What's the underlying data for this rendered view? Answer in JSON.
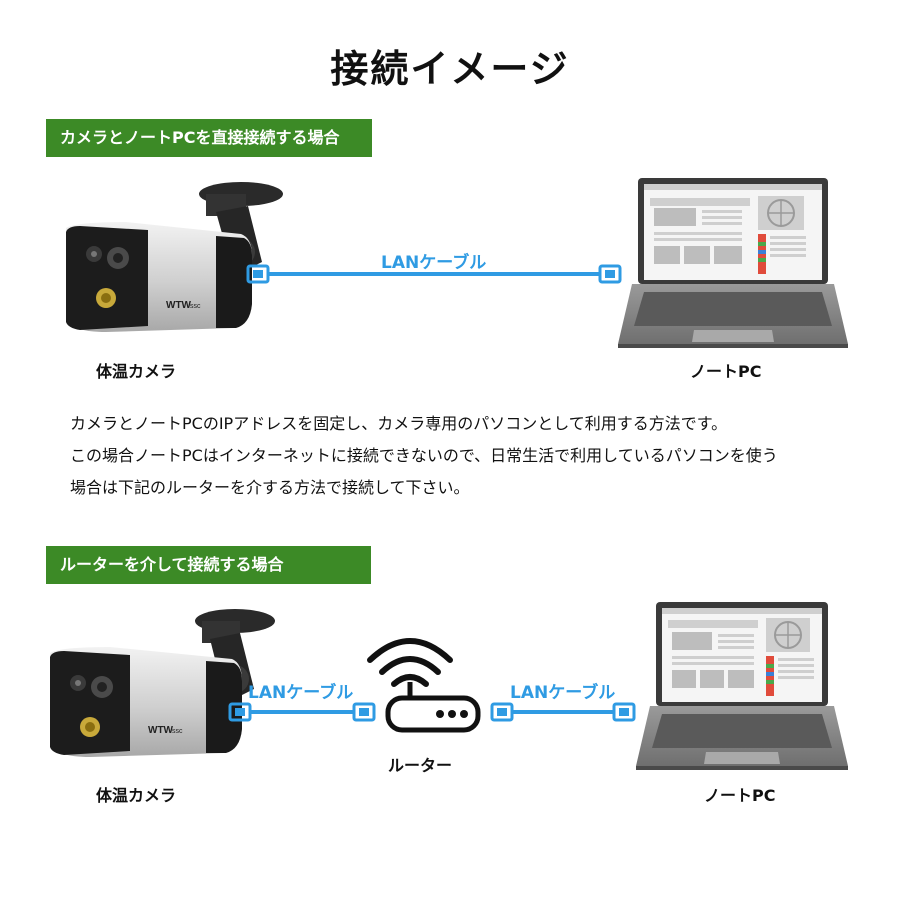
{
  "title": "接続イメージ",
  "section1": {
    "banner": "カメラとノートPCを直接接続する場合",
    "camera_label": "体温カメラ",
    "cable_label": "LANケーブル",
    "pc_label": "ノートPC",
    "camera_brand": "WTW",
    "camera_brand_small": "ssc"
  },
  "description": [
    "カメラとノートPCのIPアドレスを固定し、カメラ専用のパソコンとして利用する方法です。",
    "この場合ノートPCはインターネットに接続できないので、日常生活で利用しているパソコンを使う",
    "場合は下記のルーターを介する方法で接続して下さい。"
  ],
  "section2": {
    "banner": "ルーターを介して接続する場合",
    "camera_label": "体温カメラ",
    "cable_label_left": "LANケーブル",
    "cable_label_right": "LANケーブル",
    "router_label": "ルーター",
    "pc_label": "ノートPC",
    "camera_brand": "WTW",
    "camera_brand_small": "ssc"
  },
  "colors": {
    "banner_green": "#3c8a26",
    "cable_blue": "#2f9be3",
    "camera_body": "#d9d9d9",
    "camera_dark": "#1c1c1c",
    "laptop_grey": "#8a8a8a"
  },
  "icons": [
    "camera-icon",
    "lan-connector-icon",
    "laptop-icon",
    "router-icon",
    "wifi-icon",
    "globe-icon"
  ]
}
